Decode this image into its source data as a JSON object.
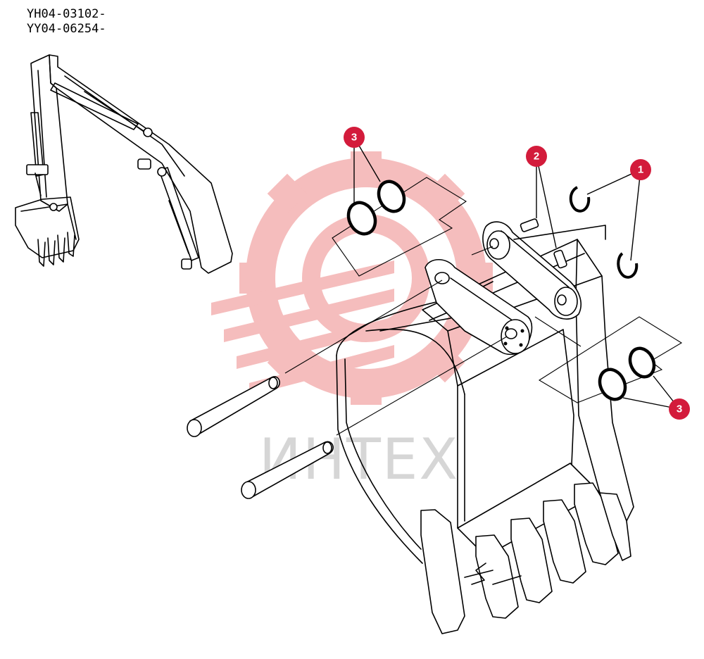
{
  "serial_numbers": [
    "YH04-03102-",
    "YY04-06254-"
  ],
  "watermark": {
    "text": "ИНТЕХ",
    "color": "#f4b6b6"
  },
  "callout_color": "#d31b3b",
  "callouts": [
    {
      "id": "c3a",
      "label": "3"
    },
    {
      "id": "c2",
      "label": "2"
    },
    {
      "id": "c1",
      "label": "1"
    },
    {
      "id": "c3b",
      "label": "3"
    }
  ]
}
